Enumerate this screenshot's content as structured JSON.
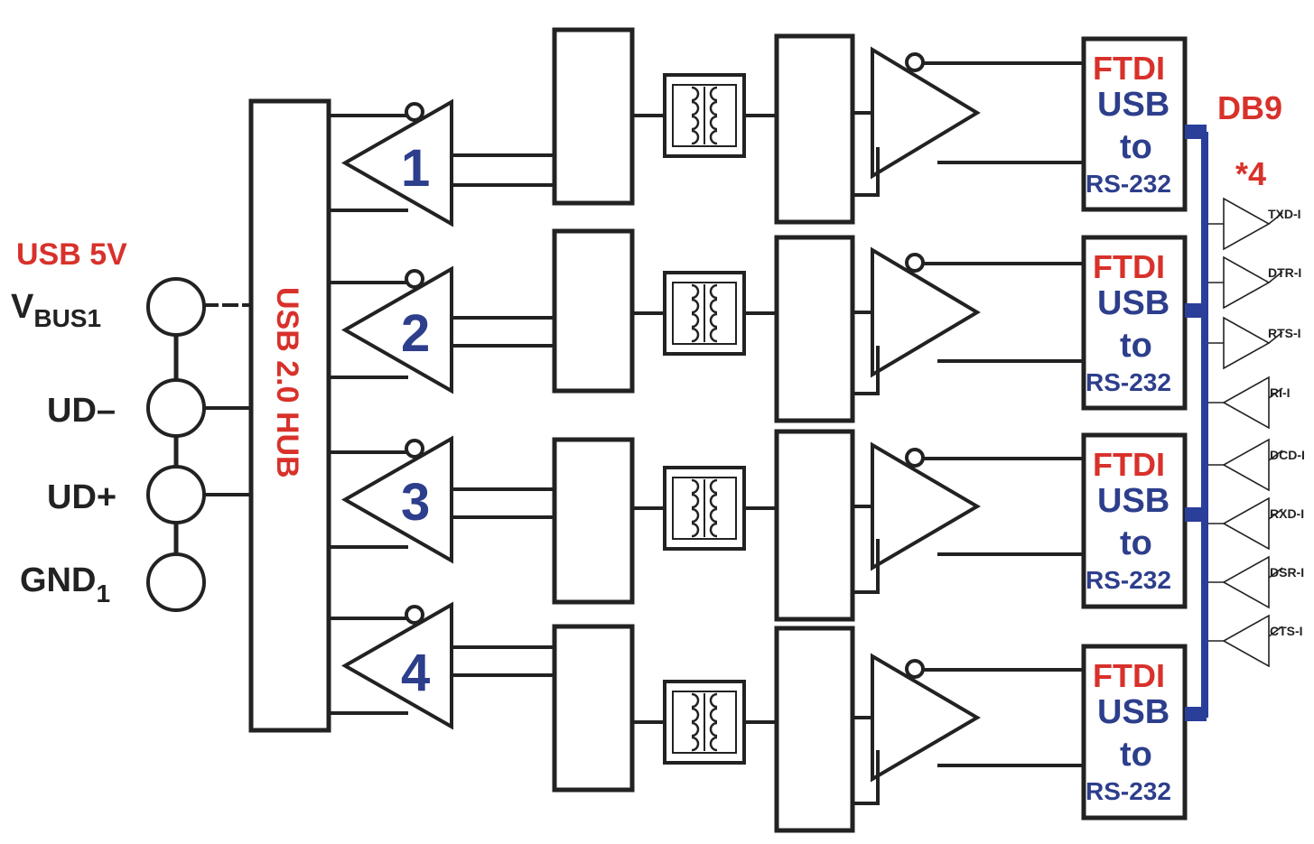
{
  "usb_label": "USB 5V",
  "pins": [
    {
      "main": "V",
      "sub": "BUS1"
    },
    {
      "main": "UD–",
      "sub": ""
    },
    {
      "main": "UD+",
      "sub": ""
    },
    {
      "main": "GND",
      "sub": "1"
    }
  ],
  "hub_label": "USB 2.0 HUB",
  "channels": [
    {
      "number": "1",
      "ftdi": "FTDI",
      "usb": "USB",
      "to": "to",
      "rs": "RS-232"
    },
    {
      "number": "2",
      "ftdi": "FTDI",
      "usb": "USB",
      "to": "to",
      "rs": "RS-232"
    },
    {
      "number": "3",
      "ftdi": "FTDI",
      "usb": "USB",
      "to": "to",
      "rs": "RS-232"
    },
    {
      "number": "4",
      "ftdi": "FTDI",
      "usb": "USB",
      "to": "to",
      "rs": "RS-232"
    }
  ],
  "db9_label": "DB9",
  "db9_count": "*4",
  "signals": [
    "TXD-I",
    "DTR-I",
    "RTS-I",
    "RI-I",
    "DCD-I",
    "RXD-I",
    "DSR-I",
    "CTS-I"
  ],
  "colors": {
    "red": "#d8312b",
    "blue": "#2d3e8c",
    "bus": "#2a3f9a",
    "line": "#222222"
  }
}
